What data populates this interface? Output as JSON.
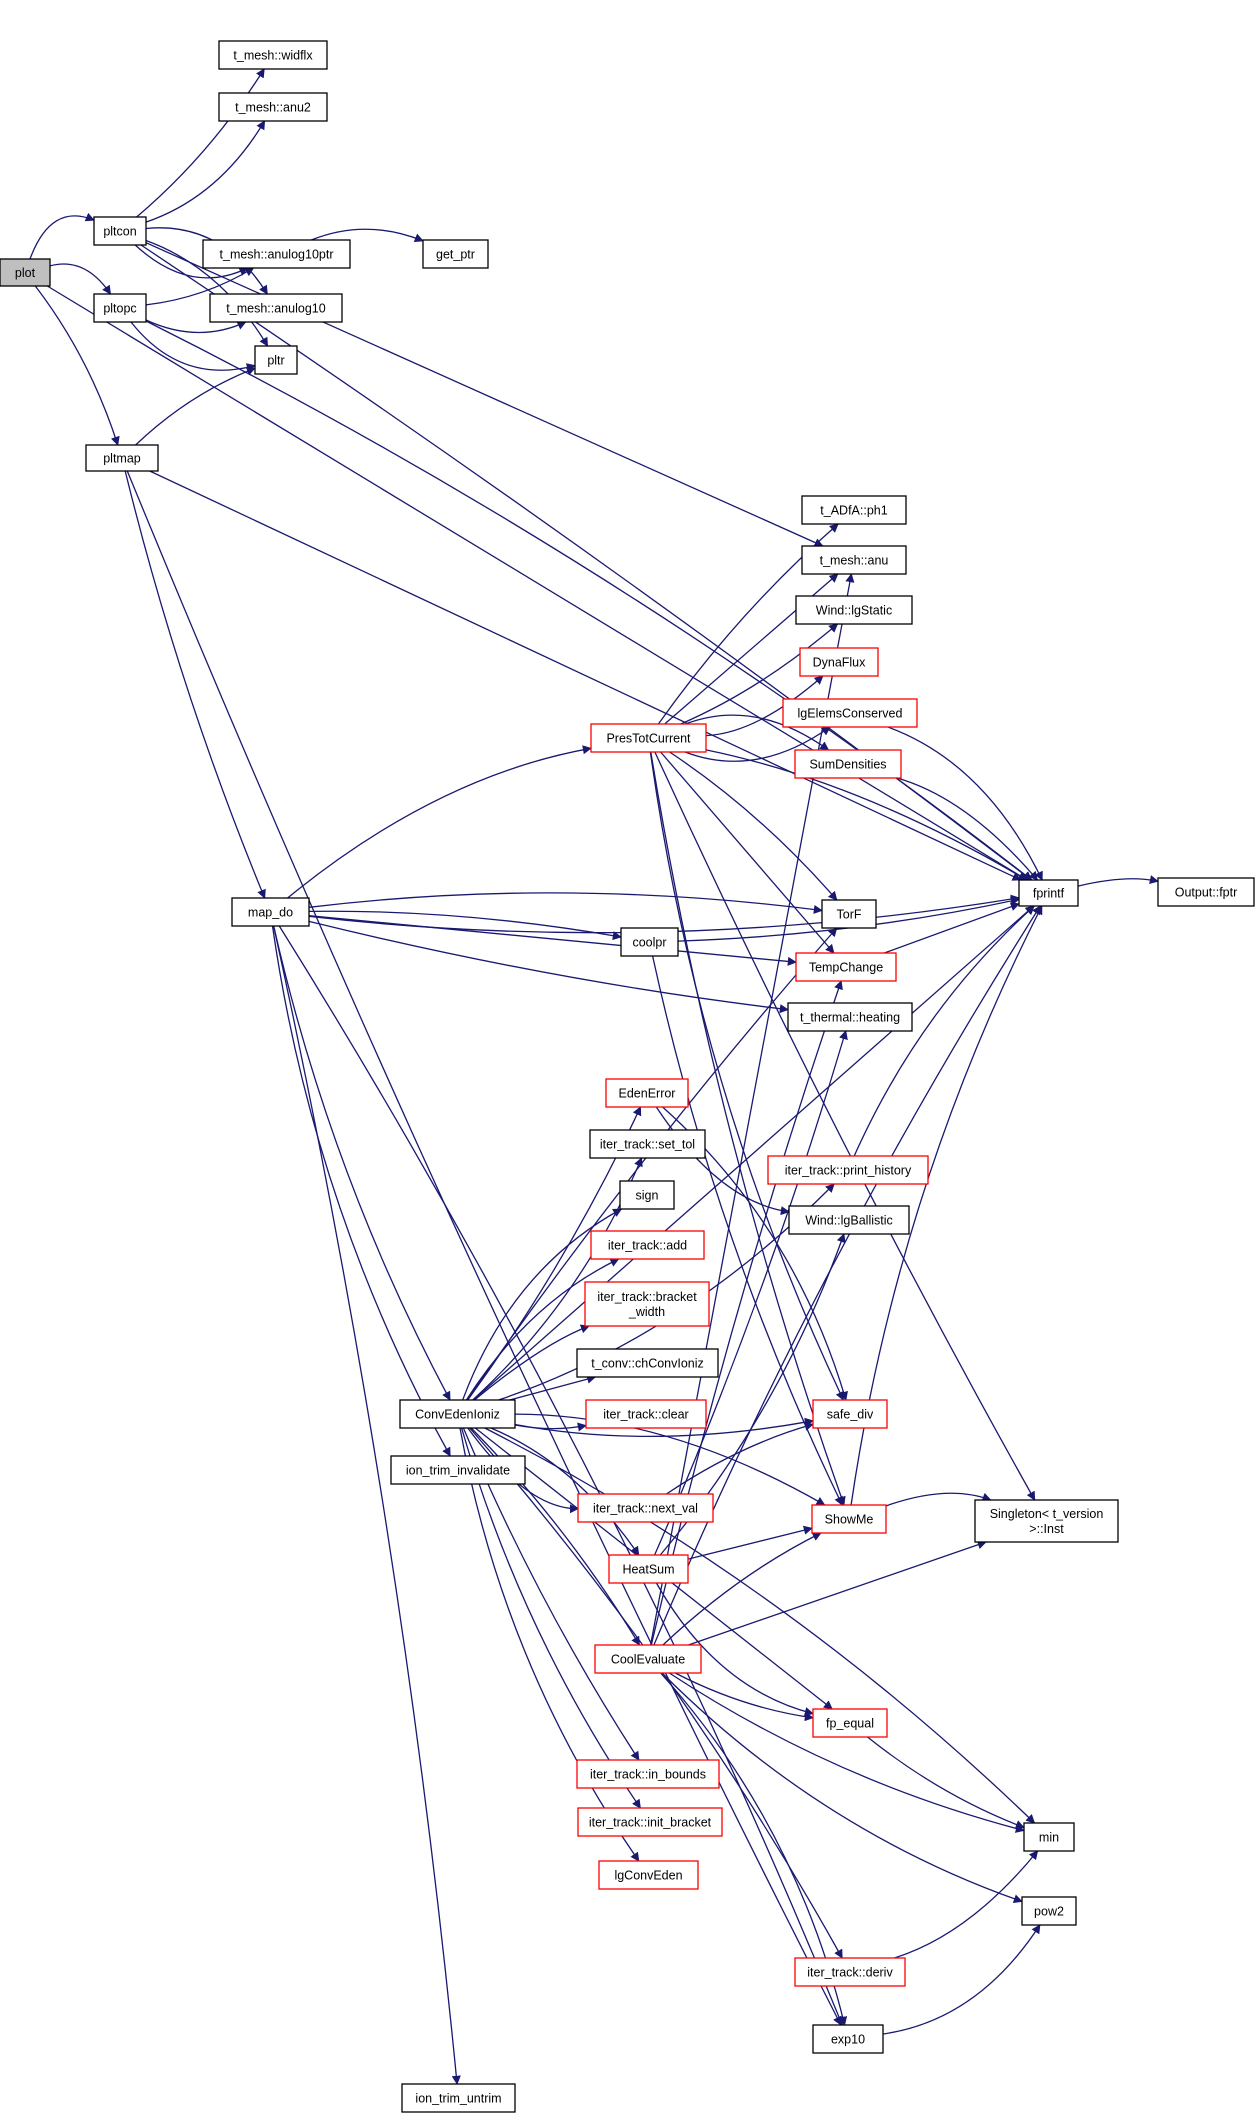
{
  "colors": {
    "edge": "#191970",
    "node_border_default": "#000000",
    "node_border_incomplete": "#ff0000",
    "node_fill_default": "#ffffff",
    "node_fill_root": "#bfbfbf"
  },
  "nodes": [
    {
      "id": "plot",
      "lines": [
        "plot"
      ],
      "style": "root"
    },
    {
      "id": "pltcon",
      "lines": [
        "pltcon"
      ],
      "style": "normal"
    },
    {
      "id": "pltopc",
      "lines": [
        "pltopc"
      ],
      "style": "normal"
    },
    {
      "id": "pltmap",
      "lines": [
        "pltmap"
      ],
      "style": "normal"
    },
    {
      "id": "widflx",
      "lines": [
        "t_mesh::widflx"
      ],
      "style": "normal"
    },
    {
      "id": "anu2",
      "lines": [
        "t_mesh::anu2"
      ],
      "style": "normal"
    },
    {
      "id": "anulog10ptr",
      "lines": [
        "t_mesh::anulog10ptr"
      ],
      "style": "normal"
    },
    {
      "id": "anulog10",
      "lines": [
        "t_mesh::anulog10"
      ],
      "style": "normal"
    },
    {
      "id": "pltr",
      "lines": [
        "pltr"
      ],
      "style": "normal"
    },
    {
      "id": "get_ptr",
      "lines": [
        "get_ptr"
      ],
      "style": "normal"
    },
    {
      "id": "map_do",
      "lines": [
        "map_do"
      ],
      "style": "normal"
    },
    {
      "id": "ph1",
      "lines": [
        "t_ADfA::ph1"
      ],
      "style": "normal"
    },
    {
      "id": "anu",
      "lines": [
        "t_mesh::anu"
      ],
      "style": "normal"
    },
    {
      "id": "lgStatic",
      "lines": [
        "Wind::lgStatic"
      ],
      "style": "normal"
    },
    {
      "id": "DynaFlux",
      "lines": [
        "DynaFlux"
      ],
      "style": "incomplete"
    },
    {
      "id": "lgElemsConserved",
      "lines": [
        "lgElemsConserved"
      ],
      "style": "incomplete"
    },
    {
      "id": "PresTotCurrent",
      "lines": [
        "PresTotCurrent"
      ],
      "style": "incomplete"
    },
    {
      "id": "SumDensities",
      "lines": [
        "SumDensities"
      ],
      "style": "incomplete"
    },
    {
      "id": "fprintf",
      "lines": [
        "fprintf"
      ],
      "style": "normal"
    },
    {
      "id": "fptr",
      "lines": [
        "Output::fptr"
      ],
      "style": "normal"
    },
    {
      "id": "TorF",
      "lines": [
        "TorF"
      ],
      "style": "normal"
    },
    {
      "id": "coolpr",
      "lines": [
        "coolpr"
      ],
      "style": "normal"
    },
    {
      "id": "TempChange",
      "lines": [
        "TempChange"
      ],
      "style": "incomplete"
    },
    {
      "id": "heating",
      "lines": [
        "t_thermal::heating"
      ],
      "style": "normal"
    },
    {
      "id": "EdenError",
      "lines": [
        "EdenError"
      ],
      "style": "incomplete"
    },
    {
      "id": "set_tol",
      "lines": [
        "iter_track::set_tol"
      ],
      "style": "normal"
    },
    {
      "id": "print_history",
      "lines": [
        "iter_track::print_history"
      ],
      "style": "incomplete"
    },
    {
      "id": "sign",
      "lines": [
        "sign"
      ],
      "style": "normal"
    },
    {
      "id": "lgBallistic",
      "lines": [
        "Wind::lgBallistic"
      ],
      "style": "normal"
    },
    {
      "id": "add",
      "lines": [
        "iter_track::add"
      ],
      "style": "incomplete"
    },
    {
      "id": "bracket_width",
      "lines": [
        "iter_track::bracket",
        "_width"
      ],
      "style": "incomplete"
    },
    {
      "id": "chConvIoniz",
      "lines": [
        "t_conv::chConvIoniz"
      ],
      "style": "normal"
    },
    {
      "id": "ConvEdenIoniz",
      "lines": [
        "ConvEdenIoniz"
      ],
      "style": "normal"
    },
    {
      "id": "clear",
      "lines": [
        "iter_track::clear"
      ],
      "style": "incomplete"
    },
    {
      "id": "safe_div",
      "lines": [
        "safe_div"
      ],
      "style": "incomplete"
    },
    {
      "id": "ion_trim_invalidate",
      "lines": [
        "ion_trim_invalidate"
      ],
      "style": "normal"
    },
    {
      "id": "next_val",
      "lines": [
        "iter_track::next_val"
      ],
      "style": "incomplete"
    },
    {
      "id": "ShowMe",
      "lines": [
        "ShowMe"
      ],
      "style": "incomplete"
    },
    {
      "id": "Inst",
      "lines": [
        "Singleton< t_version",
        ">::Inst"
      ],
      "style": "normal"
    },
    {
      "id": "HeatSum",
      "lines": [
        "HeatSum"
      ],
      "style": "incomplete"
    },
    {
      "id": "CoolEvaluate",
      "lines": [
        "CoolEvaluate"
      ],
      "style": "incomplete"
    },
    {
      "id": "fp_equal",
      "lines": [
        "fp_equal"
      ],
      "style": "incomplete"
    },
    {
      "id": "in_bounds",
      "lines": [
        "iter_track::in_bounds"
      ],
      "style": "incomplete"
    },
    {
      "id": "init_bracket",
      "lines": [
        "iter_track::init_bracket"
      ],
      "style": "incomplete"
    },
    {
      "id": "min",
      "lines": [
        "min"
      ],
      "style": "normal"
    },
    {
      "id": "lgConvEden",
      "lines": [
        "lgConvEden"
      ],
      "style": "incomplete"
    },
    {
      "id": "pow2",
      "lines": [
        "pow2"
      ],
      "style": "normal"
    },
    {
      "id": "deriv",
      "lines": [
        "iter_track::deriv"
      ],
      "style": "incomplete"
    },
    {
      "id": "exp10",
      "lines": [
        "exp10"
      ],
      "style": "normal"
    },
    {
      "id": "ion_trim_untrim",
      "lines": [
        "ion_trim_untrim"
      ],
      "style": "normal"
    }
  ],
  "edges": [
    [
      "plot",
      "pltcon"
    ],
    [
      "plot",
      "pltopc"
    ],
    [
      "plot",
      "pltmap"
    ],
    [
      "plot",
      "fprintf"
    ],
    [
      "pltcon",
      "widflx"
    ],
    [
      "pltcon",
      "anu2"
    ],
    [
      "pltcon",
      "anulog10ptr"
    ],
    [
      "pltcon",
      "anulog10"
    ],
    [
      "pltcon",
      "pltr"
    ],
    [
      "pltcon",
      "fprintf"
    ],
    [
      "pltcon",
      "anu"
    ],
    [
      "pltopc",
      "anulog10ptr"
    ],
    [
      "pltopc",
      "anulog10"
    ],
    [
      "pltopc",
      "pltr"
    ],
    [
      "pltopc",
      "fprintf"
    ],
    [
      "anulog10ptr",
      "get_ptr"
    ],
    [
      "pltmap",
      "pltr"
    ],
    [
      "pltmap",
      "fprintf"
    ],
    [
      "pltmap",
      "map_do"
    ],
    [
      "pltmap",
      "exp10"
    ],
    [
      "map_do",
      "fprintf"
    ],
    [
      "map_do",
      "PresTotCurrent"
    ],
    [
      "map_do",
      "TorF"
    ],
    [
      "map_do",
      "coolpr"
    ],
    [
      "map_do",
      "TempChange"
    ],
    [
      "map_do",
      "heating"
    ],
    [
      "map_do",
      "ConvEdenIoniz"
    ],
    [
      "map_do",
      "ion_trim_invalidate"
    ],
    [
      "map_do",
      "exp10"
    ],
    [
      "map_do",
      "ion_trim_untrim"
    ],
    [
      "PresTotCurrent",
      "ph1"
    ],
    [
      "PresTotCurrent",
      "anu"
    ],
    [
      "PresTotCurrent",
      "lgStatic"
    ],
    [
      "PresTotCurrent",
      "DynaFlux"
    ],
    [
      "PresTotCurrent",
      "lgElemsConserved"
    ],
    [
      "PresTotCurrent",
      "SumDensities"
    ],
    [
      "PresTotCurrent",
      "fprintf"
    ],
    [
      "PresTotCurrent",
      "TorF"
    ],
    [
      "PresTotCurrent",
      "TempChange"
    ],
    [
      "PresTotCurrent",
      "Inst"
    ],
    [
      "PresTotCurrent",
      "ShowMe"
    ],
    [
      "PresTotCurrent",
      "safe_div"
    ],
    [
      "lgElemsConserved",
      "fprintf"
    ],
    [
      "SumDensities",
      "fprintf"
    ],
    [
      "fprintf",
      "fptr"
    ],
    [
      "TempChange",
      "fprintf"
    ],
    [
      "coolpr",
      "fprintf"
    ],
    [
      "coolpr",
      "ShowMe"
    ],
    [
      "EdenError",
      "lgBallistic"
    ],
    [
      "EdenError",
      "safe_div"
    ],
    [
      "print_history",
      "fprintf"
    ],
    [
      "ConvEdenIoniz",
      "TorF"
    ],
    [
      "ConvEdenIoniz",
      "fprintf"
    ],
    [
      "ConvEdenIoniz",
      "EdenError"
    ],
    [
      "ConvEdenIoniz",
      "set_tol"
    ],
    [
      "ConvEdenIoniz",
      "print_history"
    ],
    [
      "ConvEdenIoniz",
      "sign"
    ],
    [
      "ConvEdenIoniz",
      "add"
    ],
    [
      "ConvEdenIoniz",
      "bracket_width"
    ],
    [
      "ConvEdenIoniz",
      "chConvIoniz"
    ],
    [
      "ConvEdenIoniz",
      "clear"
    ],
    [
      "ConvEdenIoniz",
      "safe_div"
    ],
    [
      "ConvEdenIoniz",
      "next_val"
    ],
    [
      "ConvEdenIoniz",
      "ShowMe"
    ],
    [
      "ConvEdenIoniz",
      "HeatSum"
    ],
    [
      "ConvEdenIoniz",
      "CoolEvaluate"
    ],
    [
      "ConvEdenIoniz",
      "fp_equal"
    ],
    [
      "ConvEdenIoniz",
      "in_bounds"
    ],
    [
      "ConvEdenIoniz",
      "init_bracket"
    ],
    [
      "ConvEdenIoniz",
      "lgConvEden"
    ],
    [
      "ConvEdenIoniz",
      "min"
    ],
    [
      "ConvEdenIoniz",
      "deriv"
    ],
    [
      "next_val",
      "safe_div"
    ],
    [
      "HeatSum",
      "ShowMe"
    ],
    [
      "HeatSum",
      "heating"
    ],
    [
      "HeatSum",
      "lgBallistic"
    ],
    [
      "HeatSum",
      "fp_equal"
    ],
    [
      "ShowMe",
      "fprintf"
    ],
    [
      "ShowMe",
      "Inst"
    ],
    [
      "CoolEvaluate",
      "ShowMe"
    ],
    [
      "CoolEvaluate",
      "Inst"
    ],
    [
      "CoolEvaluate",
      "fp_equal"
    ],
    [
      "CoolEvaluate",
      "min"
    ],
    [
      "CoolEvaluate",
      "pow2"
    ],
    [
      "CoolEvaluate",
      "exp10"
    ],
    [
      "CoolEvaluate",
      "fprintf"
    ],
    [
      "CoolEvaluate",
      "TempChange"
    ],
    [
      "CoolEvaluate",
      "anu"
    ],
    [
      "fp_equal",
      "min"
    ],
    [
      "deriv",
      "min"
    ],
    [
      "exp10",
      "pow2"
    ]
  ]
}
